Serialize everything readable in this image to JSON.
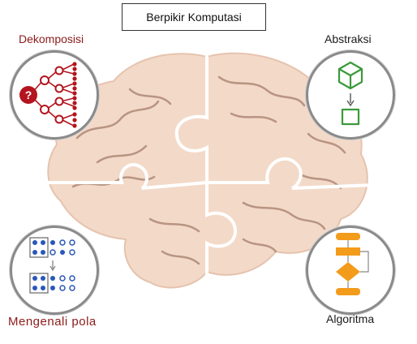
{
  "title": "Berpikir Komputasi",
  "concepts": [
    {
      "key": "decomposition",
      "label": "Dekomposisi",
      "icon": "decomposition-tree-icon",
      "color": "#b3141e"
    },
    {
      "key": "abstraction",
      "label": "Abstraksi",
      "icon": "cube-to-square-icon",
      "color": "#3a9a3a"
    },
    {
      "key": "pattern",
      "label": "Mengenali pola",
      "icon": "dot-grid-pattern-icon",
      "color": "#2a57b8"
    },
    {
      "key": "algorithm",
      "label": "Algoritma",
      "icon": "flowchart-icon",
      "color": "#f39b1a"
    }
  ],
  "center_graphic": "brain-puzzle-icon",
  "colors": {
    "brain": "#f3d9c8",
    "brain_lines": "#b89482",
    "puzzle_seam": "#ffffff"
  }
}
